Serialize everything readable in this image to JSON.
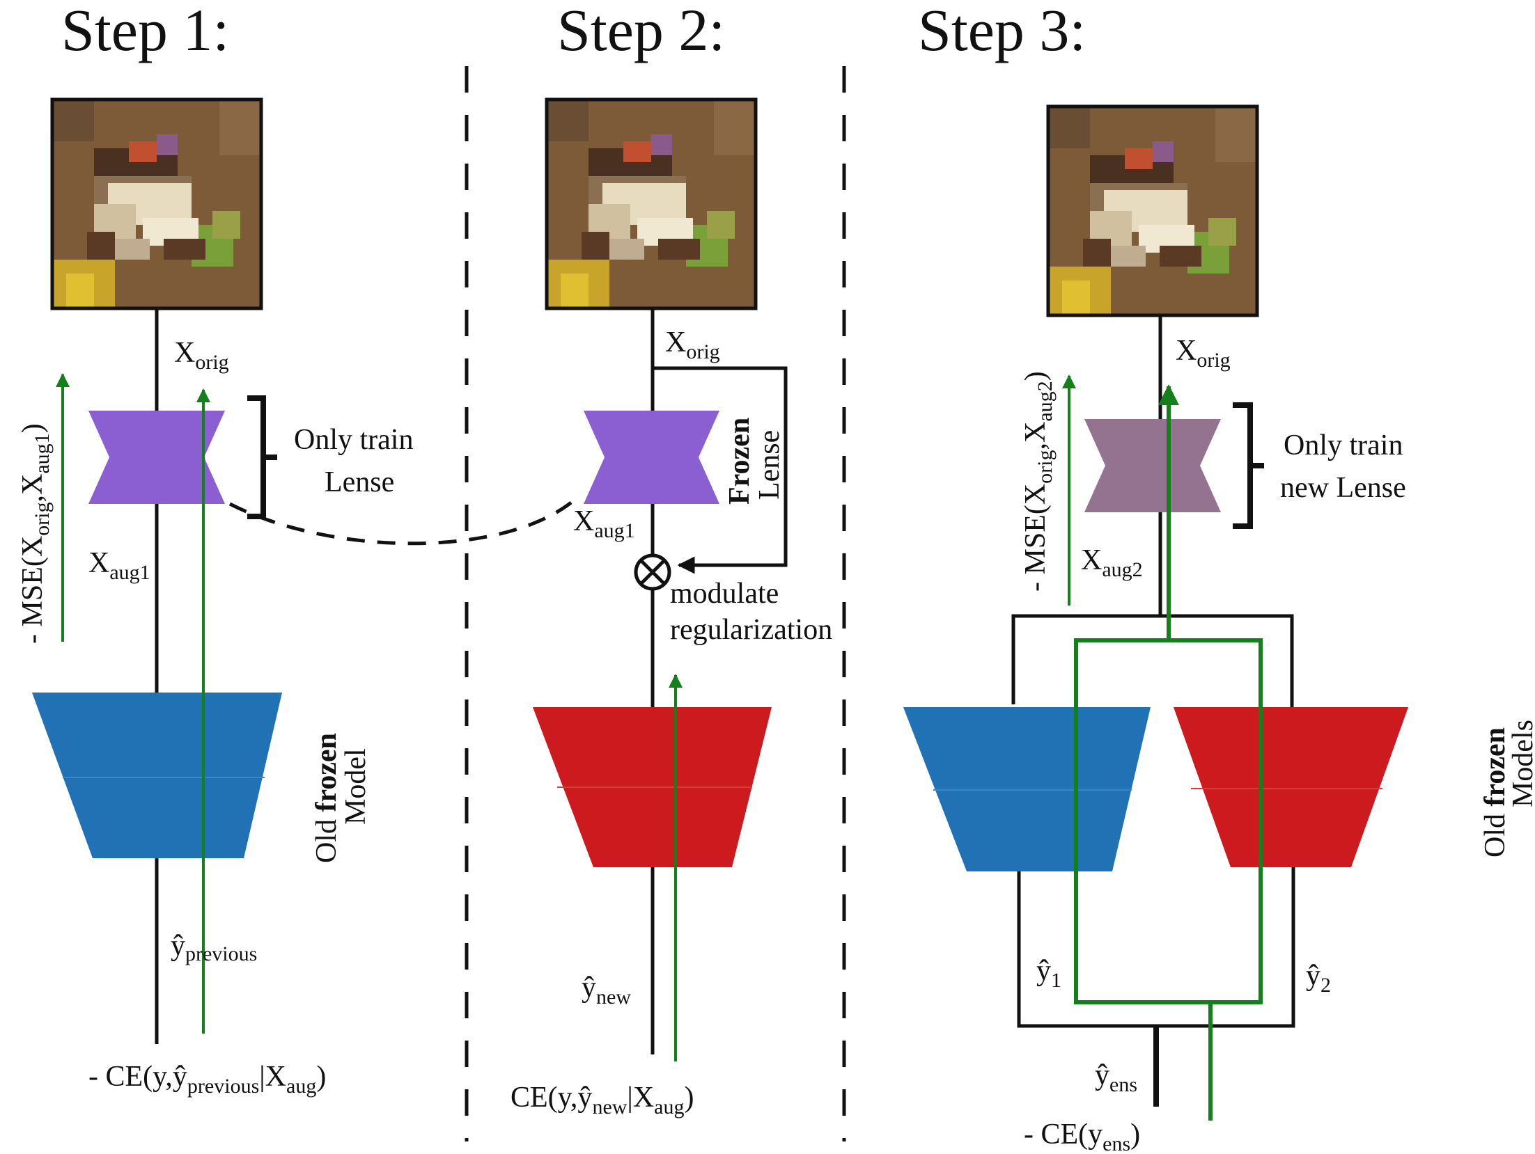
{
  "steps": [
    {
      "title": "Step 1:"
    },
    {
      "title": "Step 2:"
    },
    {
      "title": "Step 3:"
    }
  ],
  "labels": {
    "s1_xorig_main": "X",
    "s1_xorig_sub": "orig",
    "s1_bracket_l1": "Only train",
    "s1_bracket_l2": "Lense",
    "s1_mse_pre": "- MSE(X",
    "s1_mse_s1": "orig",
    "s1_mse_mid": ",X",
    "s1_mse_s2": "aug1",
    "s1_mse_post": ")",
    "s1_xaug_main": "X",
    "s1_xaug_sub": "aug1",
    "s1_model_l1_a": "Old ",
    "s1_model_l1_b": "frozen",
    "s1_model_l2": "Model",
    "s1_yprev_main": "ŷ",
    "s1_yprev_sub": "previous",
    "s1_ce_pre": "- CE(y,ŷ",
    "s1_ce_s1": "previous",
    "s1_ce_mid": "|X",
    "s1_ce_s2": "aug",
    "s1_ce_post": ")",
    "s2_xorig_main": "X",
    "s2_xorig_sub": "orig",
    "s2_frozen_l1": "Frozen",
    "s2_frozen_l2": "Lense",
    "s2_xaug_main": "X",
    "s2_xaug_sub": "aug1",
    "s2_otimes": "⊗",
    "s2_mod_l1": "modulate",
    "s2_mod_l2": "regularization",
    "s2_ynew_main": "ŷ",
    "s2_ynew_sub": "new",
    "s2_ce_pre": "CE(y,ŷ",
    "s2_ce_s1": "new",
    "s2_ce_mid": "|X",
    "s2_ce_s2": "aug",
    "s2_ce_post": ")",
    "s3_xorig_main": "X",
    "s3_xorig_sub": "orig",
    "s3_bracket_l1": "Only train",
    "s3_bracket_l2": "new Lense",
    "s3_mse_pre": "- MSE(X",
    "s3_mse_s1": "orig",
    "s3_mse_mid": ",X",
    "s3_mse_s2": "aug2",
    "s3_mse_post": ")",
    "s3_xaug_main": "X",
    "s3_xaug_sub": "aug2",
    "s3_models_l1_a": "Old ",
    "s3_models_l1_b": "frozen",
    "s3_models_l2": "Models",
    "s3_y1_main": "ŷ",
    "s3_y1_sub": "1",
    "s3_y2_main": "ŷ",
    "s3_y2_sub": "2",
    "s3_yens_main": "ŷ",
    "s3_yens_sub": "ens",
    "s3_ce_pre": "- CE(y",
    "s3_ce_s1": "ens",
    "s3_ce_post": ")"
  },
  "colors": {
    "lense": "#8b5fd1",
    "lense_new": "#93738f",
    "old_model": "#2171b5",
    "new_model": "#cc1a1f",
    "gradient": "#14801c",
    "line": "#111111"
  }
}
